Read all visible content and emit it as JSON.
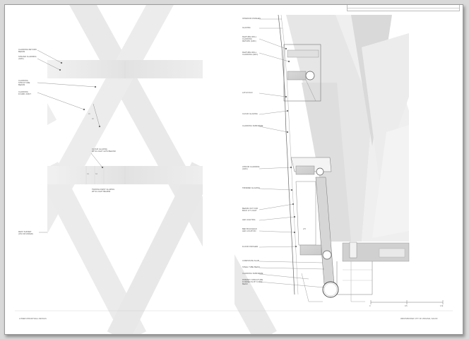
{
  "left_panel": {
    "labels": [
      "CLADDING RETURN\nBEAMS",
      "STRAND CLADDING\n(GRC)",
      "CLADDING\nSTRUCTURE\nBEAMS",
      "CLADDING\nFOURD JOINT",
      "CLOUD GLAZING\nWITH LIGHT LETS BEHIND",
      "TRANSLUCENT GLAZING\nWITH LIGHT BEHIND",
      "REST SUNSET\n(ON or under)"
    ],
    "caption": "LOWER ATRIUM WALL DETAILS"
  },
  "right_panel": {
    "labels": [
      "INTERIOR FINISHES",
      "GLAZING",
      "FEATURE WALL\nCLADDING\nRETURN (GRC)",
      "FEATURE WALL\nCLADDING (GRC)",
      "LATH FOLD",
      "CLOUD GLAZING",
      "CLADDING SUBFRAME",
      "ATRIUM CLADDING\n(GRC)",
      "TRIMMED GLAZING",
      "BEAMS OUT FOR\nBACK LIT LIGHT",
      "LED LIGHTING",
      "BED BULKHEAD\nLED location",
      "FLOOR FINISHES",
      "COMPOSITE SLAB",
      "STEEL TUBE BEAM",
      "CLADDING SUBFRAME",
      "PRIMARY STRUCTURE\nFORMED IN PIT CONC\nBEAM"
    ],
    "caption": "WESTMINSTER CITY OF VIRGINIA, SALON"
  },
  "scale_bar": {
    "labels": [
      "0",
      "0.5",
      "1 m"
    ]
  }
}
